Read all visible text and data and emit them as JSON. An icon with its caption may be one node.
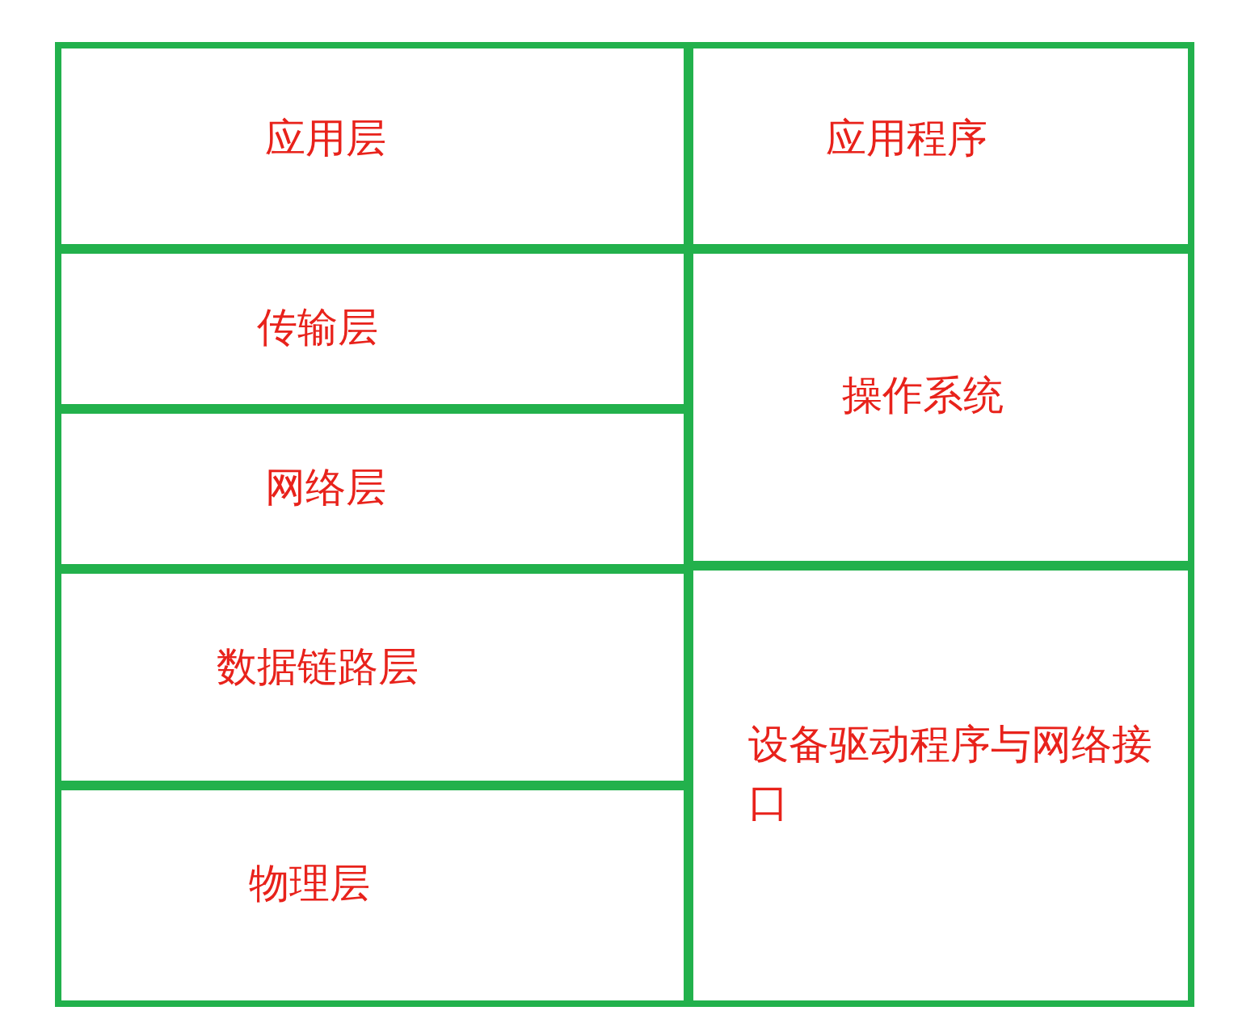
{
  "diagram": {
    "nodes": [
      {
        "text": [
          "应用层"
        ]
      },
      {
        "text": [
          "应用程序"
        ]
      },
      {
        "text": [
          "传输层"
        ]
      },
      {
        "text": [
          "操作系统"
        ]
      },
      {
        "text": [
          "网络层"
        ]
      },
      {
        "text": [
          "数据链路层"
        ]
      },
      {
        "text": [
          "设备驱动程序与网络接口"
        ]
      },
      {
        "text": [
          "物理层"
        ]
      }
    ]
  }
}
